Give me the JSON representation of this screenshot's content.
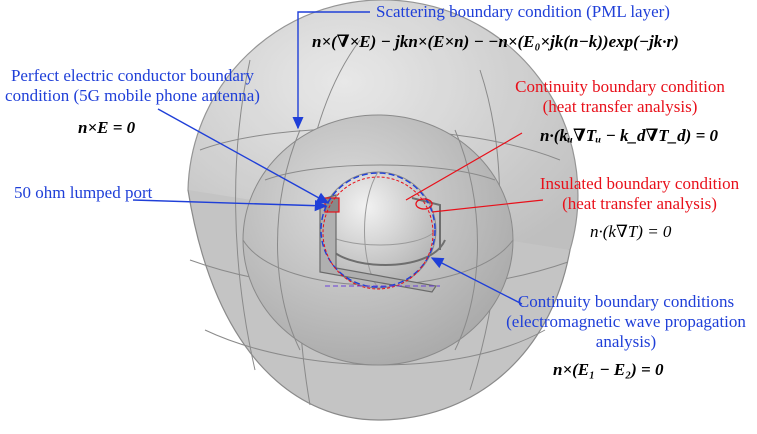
{
  "labels": {
    "scattering": "Scattering boundary condition (PML layer)",
    "pec_line1": "Perfect electric conductor boundary",
    "pec_line2": "condition (5G mobile phone antenna)",
    "lumped_port": "50 ohm lumped port",
    "continuity_heat_line1": "Continuity boundary condition",
    "continuity_heat_line2": "(heat transfer analysis)",
    "insulated_line1": "Insulated boundary condition",
    "insulated_line2": "(heat transfer analysis)",
    "continuity_em_line1": "Continuity boundary conditions",
    "continuity_em_line2": "(electromagnetic wave propagation",
    "continuity_em_line3": "analysis)"
  },
  "equations": {
    "scattering": "n×(∇×E) − jkn×(E×n) − −n×(E₀×jk(n−k))exp(−jk·r)",
    "pec": "n×E = 0",
    "continuity_heat": "n·(kᵤ∇Tᵤ − k_d∇T_d) = 0",
    "insulated": "n·(k∇T) = 0",
    "continuity_em": "n×(E₁ − E₂) = 0"
  },
  "colors": {
    "blue_annotation": "#1f3fd8",
    "red_annotation": "#e8101a",
    "sphere_fill": "#cfcfcf",
    "sphere_edge": "#8a8a8a"
  }
}
